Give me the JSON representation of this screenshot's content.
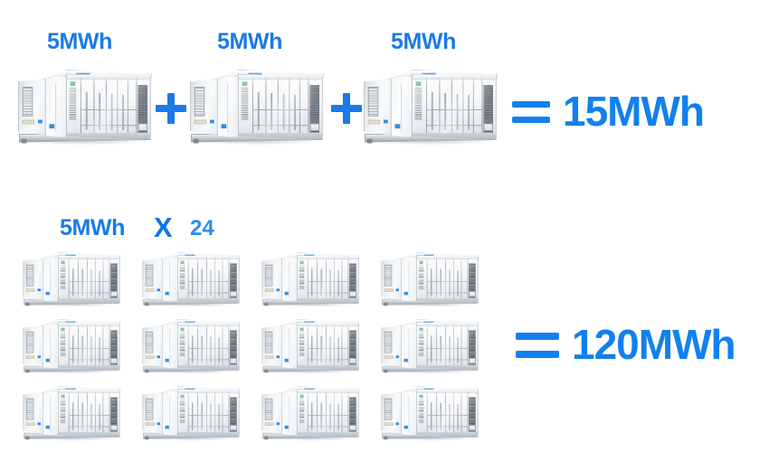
{
  "page": {
    "background_color": "#ffffff",
    "accent_blue": "#1a7ae8",
    "result_blue": "#1280ee",
    "count_blue": "#2a8cf0"
  },
  "row_top": {
    "unit_labels": [
      "5MWh",
      "5MWh",
      "5MWh"
    ],
    "operators": [
      "+",
      "+"
    ],
    "equals_symbol": "=",
    "result": "15MWh",
    "unit_count": 3
  },
  "row_grid": {
    "unit_label": "5MWh",
    "multiply_symbol": "X",
    "multiplier": "24",
    "equals_symbol": "=",
    "result": "120MWh",
    "columns": 4,
    "rows": 3,
    "visible_units": 12
  },
  "unit": {
    "name": "battery-energy-storage-container",
    "brand_mark_color": "#1f9d6b",
    "accent_dot_color": "#2f8fe0"
  }
}
